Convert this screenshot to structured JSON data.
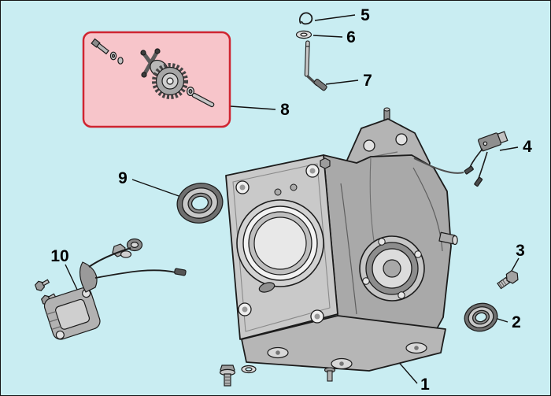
{
  "diagram": {
    "type": "exploded-parts-diagram",
    "background": "#c9edf2",
    "line_color": "#1a1a1a",
    "highlight_box": {
      "fill": "#f7c5ca",
      "stroke": "#d02430"
    },
    "callouts": {
      "c1": "1",
      "c2": "2",
      "c3": "3",
      "c4": "4",
      "c5": "5",
      "c6": "6",
      "c7": "7",
      "c8": "8",
      "c9": "9",
      "c10": "10"
    }
  }
}
